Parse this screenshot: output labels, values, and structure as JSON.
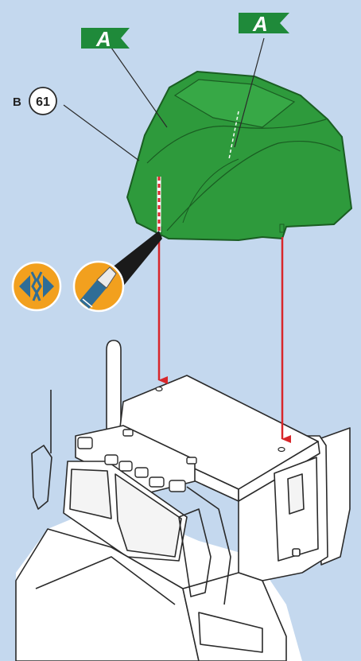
{
  "colors": {
    "background": "#c4d8ee",
    "part_green": "#2e9a3c",
    "flag_green": "#1f8a3a",
    "arrow_red": "#d8262a",
    "icon_orange": "#f2a01e",
    "icon_blue": "#2f6d96"
  },
  "labels": {
    "flag_left": "A",
    "flag_right": "A",
    "sprue_letter": "B",
    "part_number": "61"
  },
  "icons": {
    "glue_icon": "break-apart-icon",
    "cutter_icon": "hobby-knife-icon"
  }
}
